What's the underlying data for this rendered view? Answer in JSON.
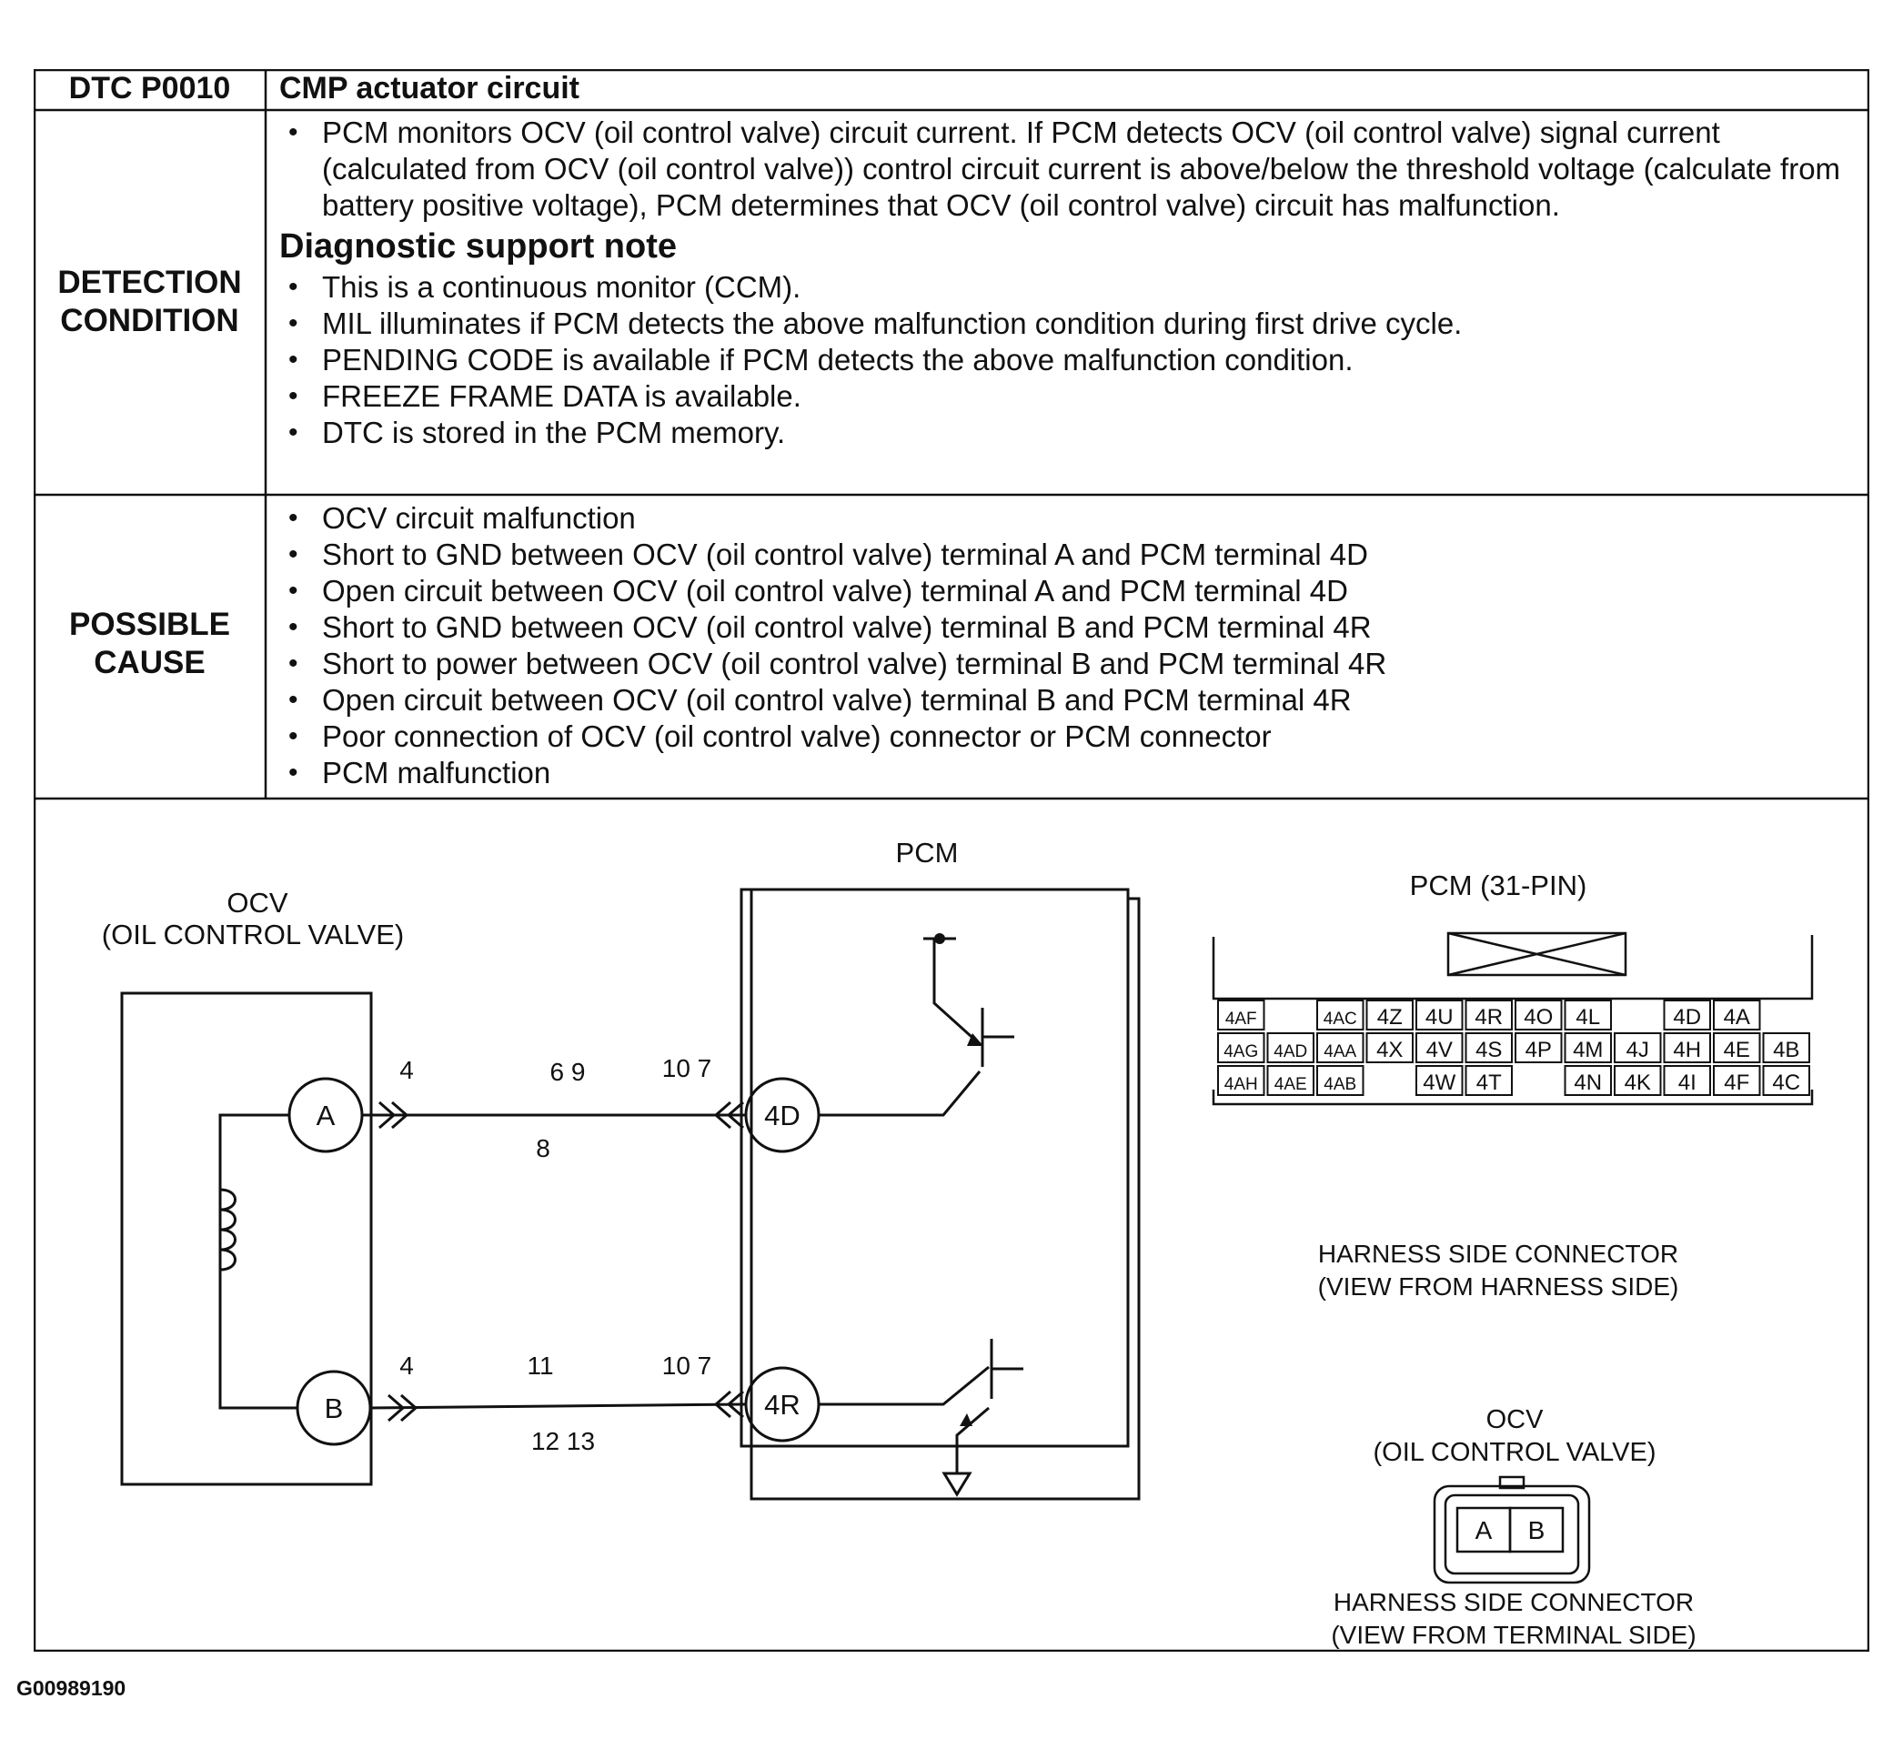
{
  "header": {
    "code": "DTC P0010",
    "title": "CMP actuator circuit"
  },
  "detection": {
    "label": "DETECTION\nCONDITION",
    "description": "PCM monitors OCV (oil control valve) circuit current. If PCM detects OCV (oil control valve) signal current (calculated from OCV (oil control valve)) control circuit current is above/below the threshold voltage (calculate from battery positive voltage), PCM determines that OCV (oil control valve) circuit has malfunction.",
    "support_heading": "Diagnostic support note",
    "support_notes": [
      "This is a continuous monitor (CCM).",
      "MIL illuminates if PCM detects the above malfunction condition during first drive cycle.",
      "PENDING CODE is available if PCM detects the above malfunction condition.",
      "FREEZE FRAME DATA is available.",
      "DTC is stored in the PCM memory."
    ]
  },
  "possible_cause": {
    "label": "POSSIBLE\nCAUSE",
    "items": [
      "OCV circuit malfunction",
      "Short to GND between OCV (oil control valve) terminal A and PCM terminal 4D",
      "Open circuit between OCV (oil control valve) terminal A and PCM terminal 4D",
      "Short to GND between OCV (oil control valve) terminal B and PCM terminal 4R",
      "Short to power between OCV (oil control valve) terminal B and PCM terminal 4R",
      "Open circuit between OCV (oil control valve) terminal B and PCM terminal 4R",
      "Poor connection of OCV (oil control valve) connector or PCM connector",
      "PCM malfunction"
    ]
  },
  "wiring": {
    "ocv_label": "OCV",
    "ocv_sub": "(OIL CONTROL VALVE)",
    "pcm_label": "PCM",
    "terminal_a": "A",
    "terminal_b": "B",
    "terminal_4d": "4D",
    "terminal_4r": "4R",
    "step_refs": {
      "a_left": "4",
      "a_mid_top": "6 9",
      "a_mid_bottom": "8",
      "a_right": "10 7",
      "b_left": "4",
      "b_mid_top": "11",
      "b_mid_bottom": "12 13",
      "b_right": "10 7"
    }
  },
  "pcm_connector": {
    "title": "PCM (31-PIN)",
    "rows": [
      [
        "4AF",
        "",
        "4AC",
        "4Z",
        "4U",
        "4R",
        "4O",
        "4L",
        "",
        "4D",
        "4A"
      ],
      [
        "4AG",
        "4AD",
        "4AA",
        "4X",
        "4V",
        "4S",
        "4P",
        "4M",
        "4J",
        "4H",
        "4E",
        "4B"
      ],
      [
        "4AH",
        "4AE",
        "4AB",
        "",
        "4W",
        "4T",
        "",
        "4N",
        "4K",
        "4I",
        "4F",
        "4C"
      ]
    ],
    "caption_line1": "HARNESS SIDE CONNECTOR",
    "caption_line2": "(VIEW FROM HARNESS SIDE)"
  },
  "ocv_connector": {
    "title": "OCV",
    "subtitle": "(OIL CONTROL VALVE)",
    "pins": [
      "A",
      "B"
    ],
    "caption_line1": "HARNESS SIDE CONNECTOR",
    "caption_line2": "(VIEW FROM TERMINAL SIDE)"
  },
  "footer": {
    "figure_code": "G00989190"
  }
}
